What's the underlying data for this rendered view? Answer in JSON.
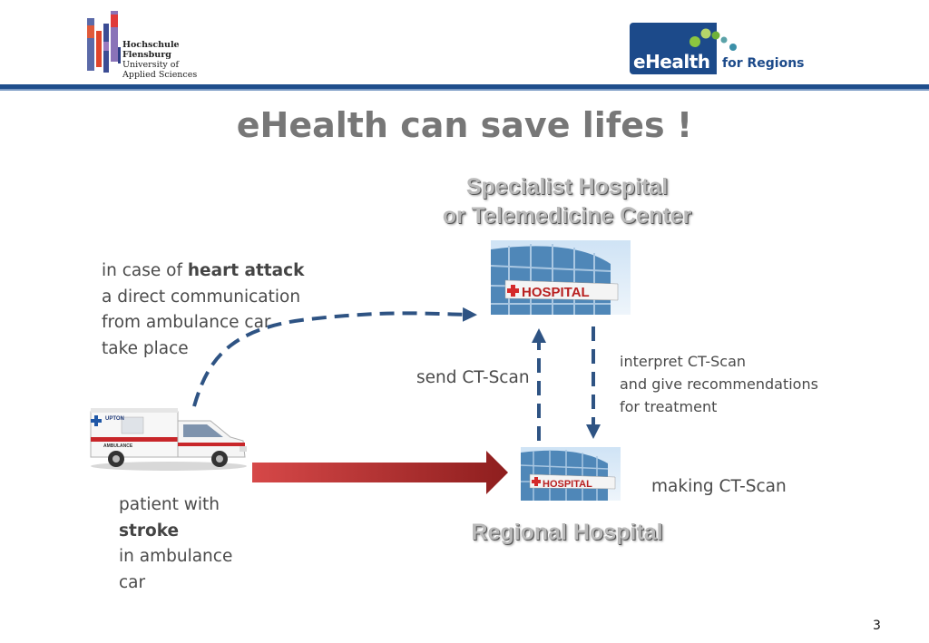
{
  "header": {
    "university_lines": [
      "Hochschule",
      "Flensburg",
      "University of",
      "Applied Sciences"
    ],
    "ehealth_word": "eHealth",
    "ehealth_suffix": "for Regions"
  },
  "title": "eHealth can save lifes !",
  "nodes": {
    "specialist_line1": "Specialist Hospital",
    "specialist_line2": "or Telemedicine Center",
    "regional": "Regional Hospital",
    "hospital_sign": "HOSPITAL",
    "ambulance_sign": "UPTON",
    "ambulance_side": "AMBULANCE"
  },
  "notes": {
    "heart_attack": {
      "line1_prefix": "in case of ",
      "line1_bold": "heart attack",
      "line2": "a direct communication",
      "line3": "from ambulance car",
      "line4": "take place"
    },
    "patient": {
      "line1": "patient with",
      "line2_bold": "stroke",
      "line3": "in ambulance",
      "line4": "car"
    },
    "send": "send CT-Scan",
    "interpret": {
      "line1": "interpret CT-Scan",
      "line2": "and give recommendations",
      "line3": "for treatment"
    },
    "making": "making CT-Scan"
  },
  "colors": {
    "header_rule": "#1f4e8c",
    "dashed_arrow": "#2e5383",
    "solid_arrow": "#b83232"
  },
  "page_number": "3"
}
